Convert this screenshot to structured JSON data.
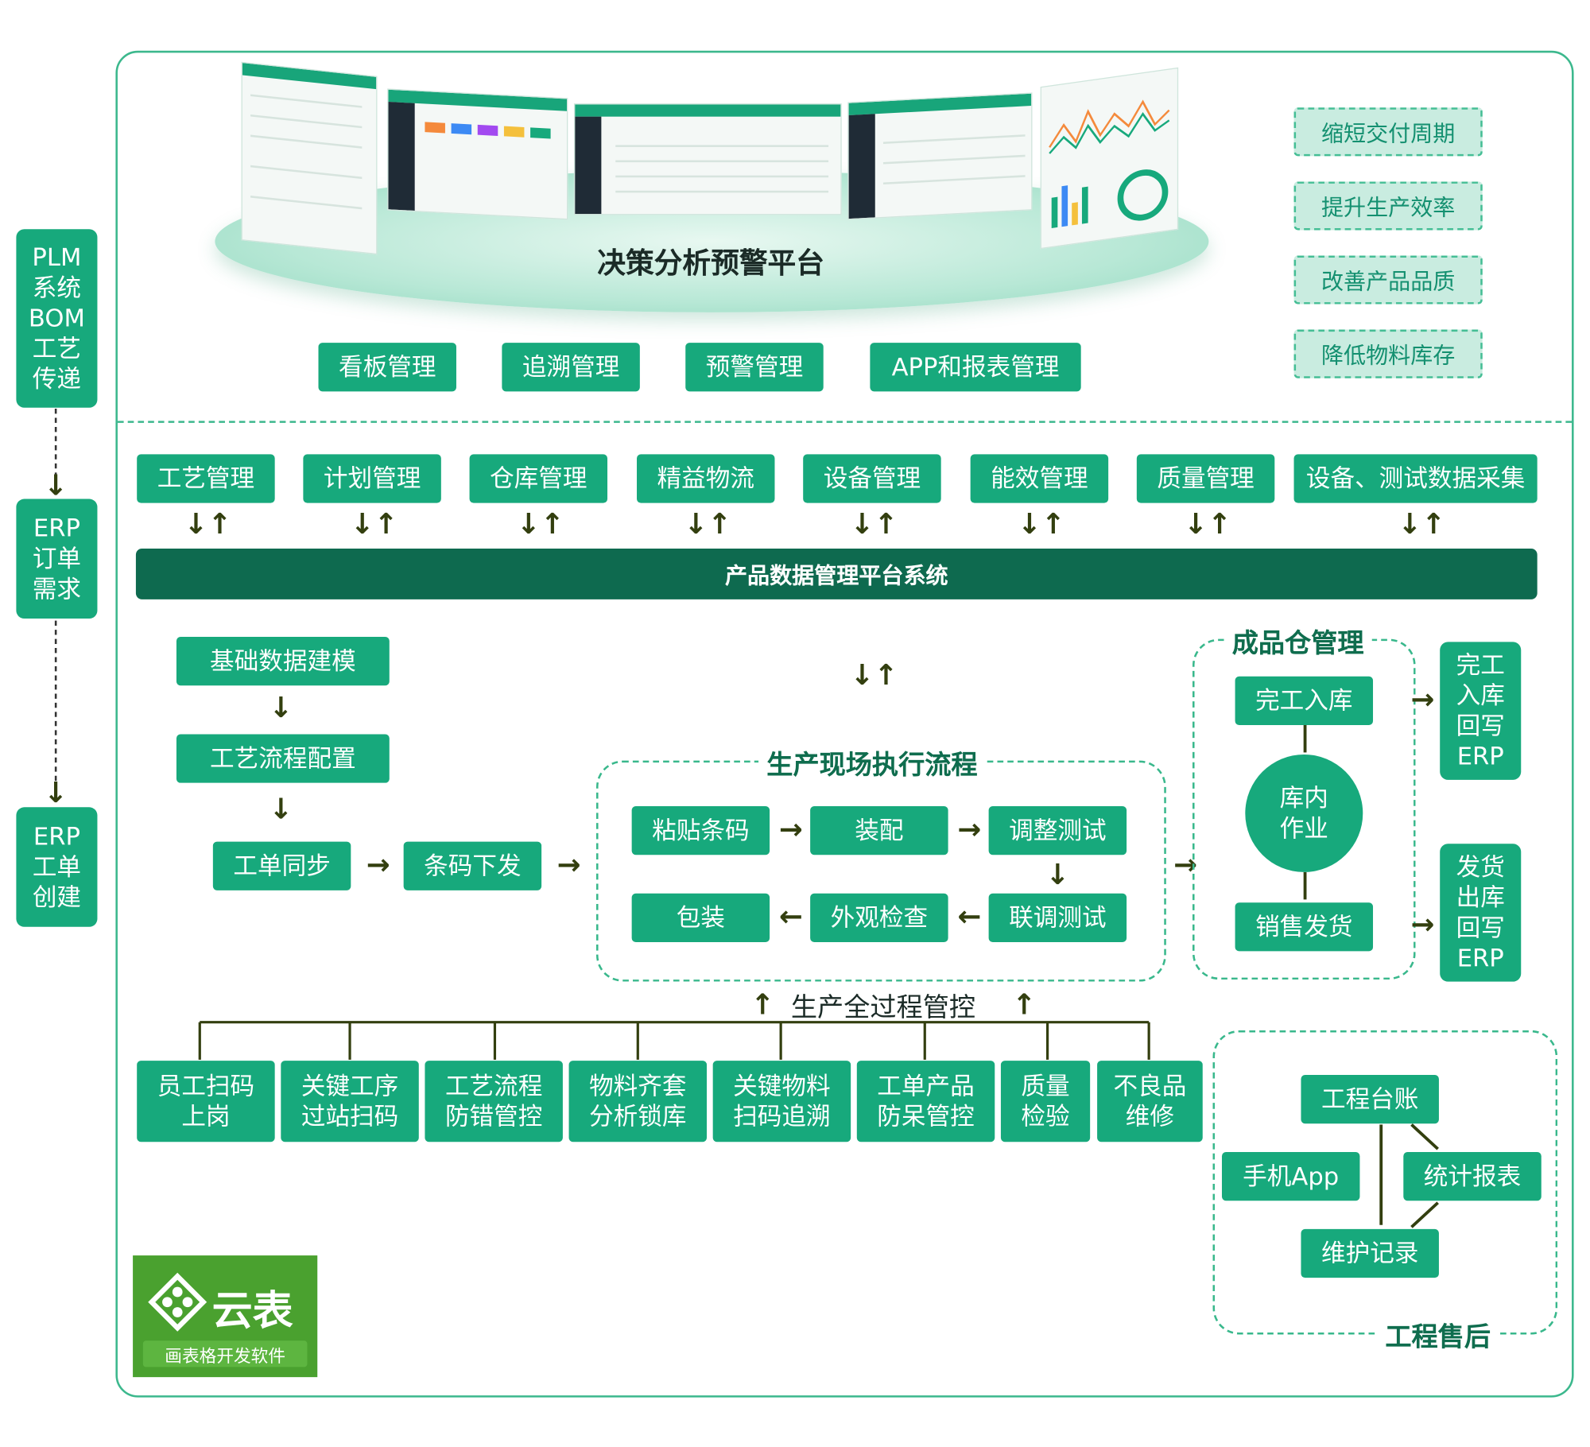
{
  "platform": {
    "title": "决策分析预警平台",
    "modules": [
      "看板管理",
      "追溯管理",
      "预警管理",
      "APP和报表管理"
    ]
  },
  "benefits": [
    "缩短交付周期",
    "提升生产效率",
    "改善产品品质",
    "降低物料库存"
  ],
  "left_flow": [
    "PLM\n系统\nBOM\n工艺\n传递",
    "ERP\n订单\n需求",
    "ERP\n工单\n创建"
  ],
  "top_modules": [
    "工艺管理",
    "计划管理",
    "仓库管理",
    "精益物流",
    "设备管理",
    "能效管理",
    "质量管理",
    "设备、测试数据采集"
  ],
  "pdm_bar": "产品数据管理平台系统",
  "setup_flow": [
    "基础数据建模",
    "工艺流程配置",
    "工单同步",
    "条码下发"
  ],
  "execution": {
    "title": "生产现场执行流程",
    "row1": [
      "粘贴条码",
      "装配",
      "调整测试"
    ],
    "row2": [
      "包装",
      "外观检查",
      "联调测试"
    ]
  },
  "warehouse": {
    "title": "成品仓管理",
    "in": "完工入库",
    "ops": "库内\n作业",
    "out": "销售发货",
    "erp_in": "完工\n入库\n回写\nERP",
    "erp_out": "发货\n出库\n回写\nERP"
  },
  "control": {
    "title": "生产全过程管控",
    "items": [
      "员工扫码\n上岗",
      "关键工序\n过站扫码",
      "工艺流程\n防错管控",
      "物料齐套\n分析锁库",
      "关键物料\n扫码追溯",
      "工单产品\n防呆管控",
      "质量\n检验",
      "不良品\n维修"
    ]
  },
  "after_sales": {
    "title": "工程售后",
    "ledger": "工程台账",
    "app": "手机App",
    "report": "统计报表",
    "maintenance": "维护记录"
  },
  "logo": {
    "name": "云表",
    "tagline": "画表格开发软件"
  },
  "colors": {
    "primary": "#17a97c",
    "dark_bar": "#0e6a4f",
    "light": "#c9ece0",
    "arrow": "#333f0f"
  }
}
